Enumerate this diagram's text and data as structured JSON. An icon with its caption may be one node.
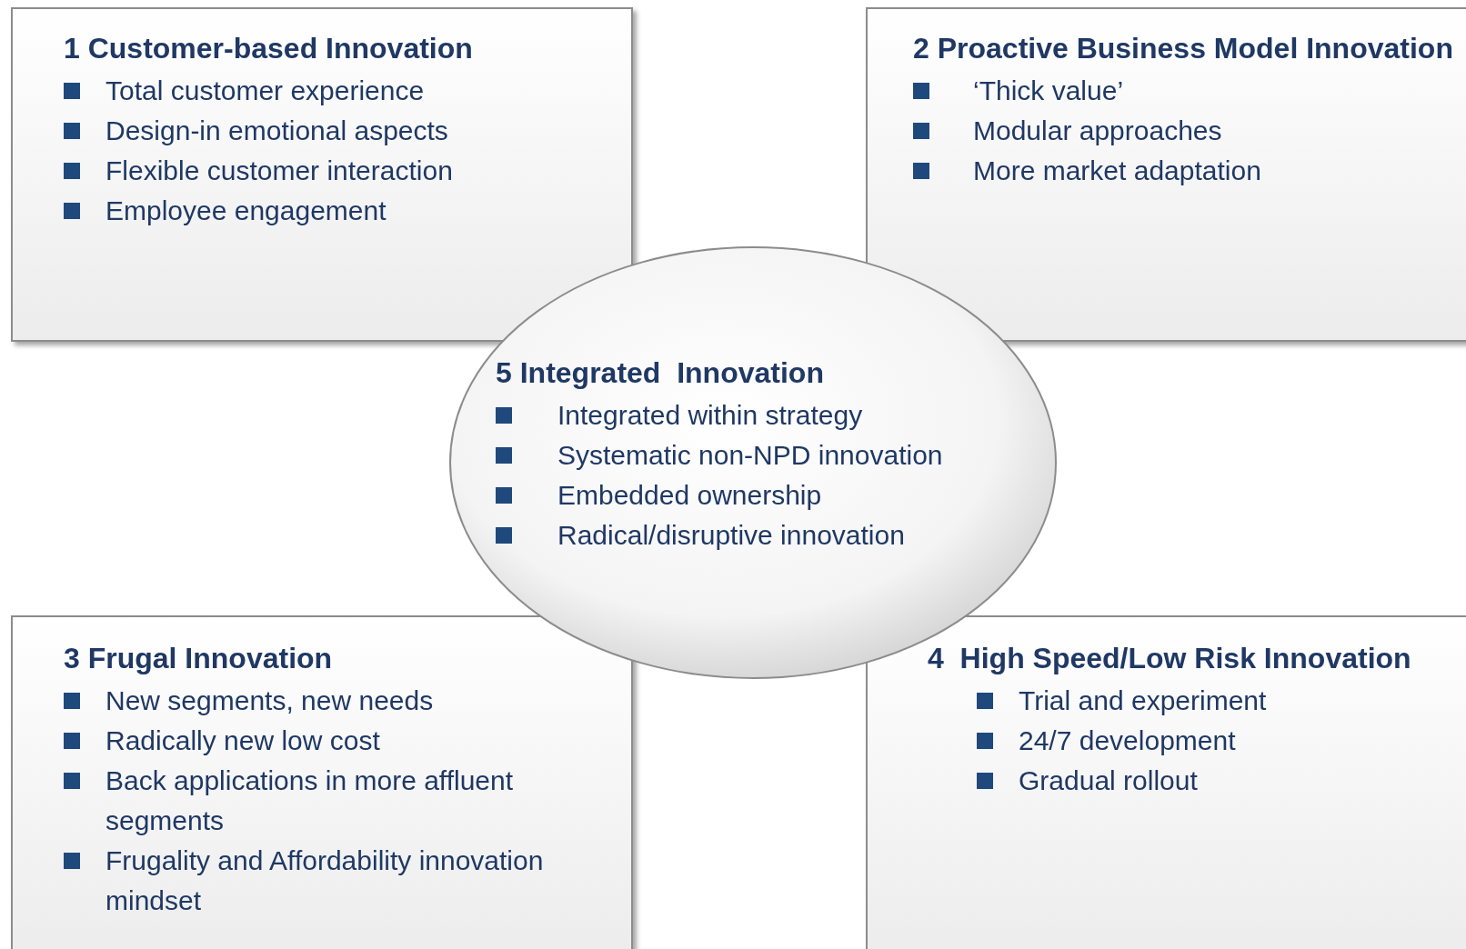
{
  "diagram": {
    "nodes": [
      {
        "text": [
          "1 Customer-based Innovation",
          "Total customer experience",
          "Design-in emotional aspects",
          "Flexible customer interaction",
          "Employee engagement"
        ]
      },
      {
        "text": [
          "2 Proactive Business Model Innovation",
          "‘Thick value’",
          "Modular approaches",
          "More market adaptation"
        ]
      },
      {
        "text": [
          "5 Integrated  Innovation",
          "Integrated within strategy",
          "Systematic non-NPD innovation",
          "Embedded ownership",
          "Radical/disruptive innovation"
        ]
      },
      {
        "text": [
          "3 Frugal Innovation",
          "New segments, new needs",
          "Radically new low cost",
          "Back applications in more affluent segments",
          "Frugality and Affordability innovation mindset"
        ]
      },
      {
        "text": [
          "4  High Speed/Low Risk Innovation",
          "Trial and experiment",
          "24/7 development",
          "Gradual rollout"
        ]
      }
    ]
  }
}
